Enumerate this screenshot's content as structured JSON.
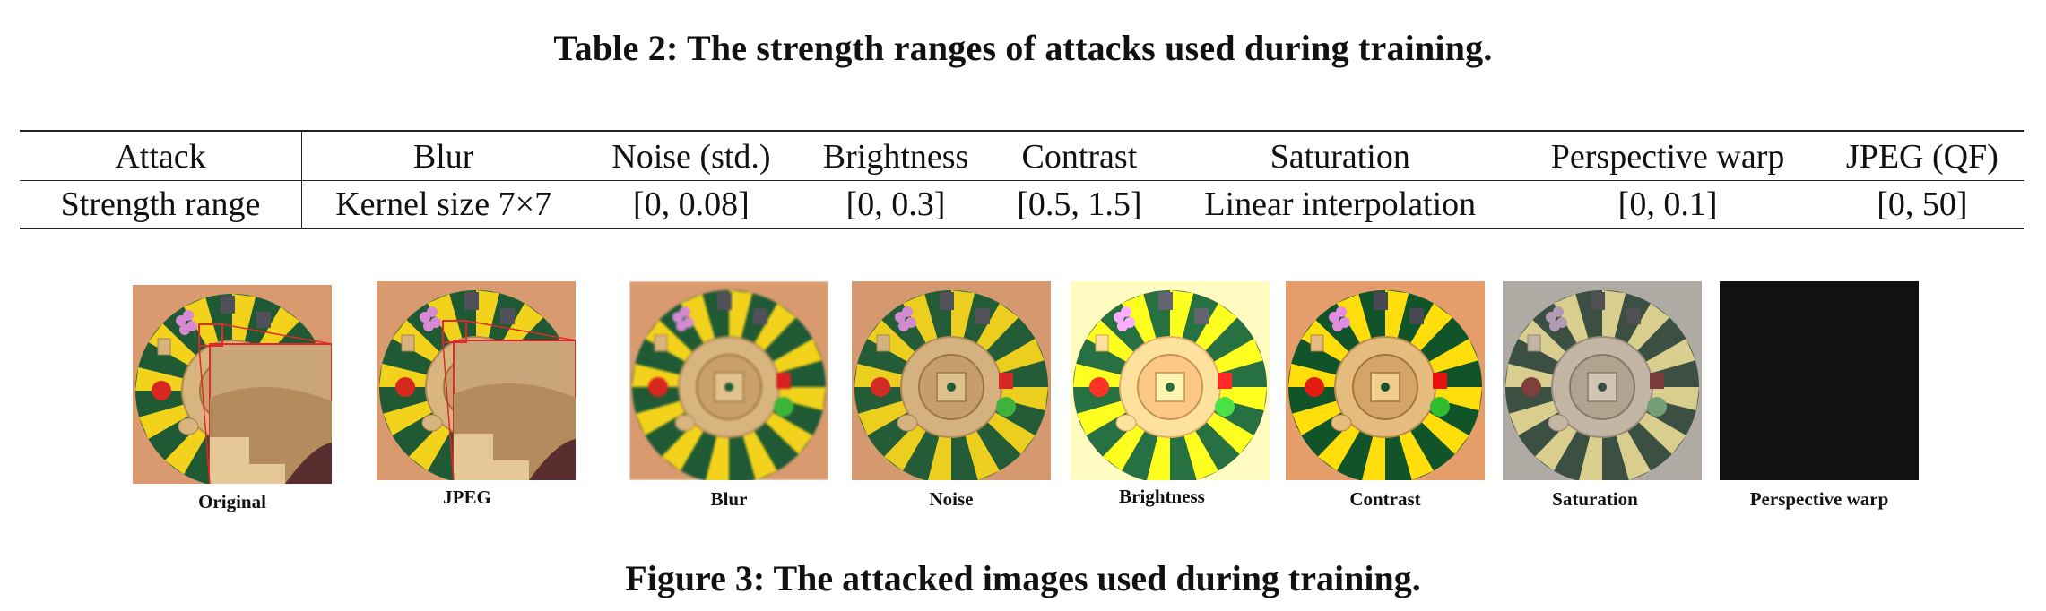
{
  "table": {
    "caption": "Table 2: The strength ranges of attacks used during training.",
    "header": [
      "Attack",
      "Blur",
      "Noise (std.)",
      "Brightness",
      "Contrast",
      "Saturation",
      "Perspective warp",
      "JPEG (QF)"
    ],
    "row": [
      "Strength range",
      "Kernel size 7×7",
      "[0, 0.08]",
      "[0, 0.3]",
      "[0.5, 1.5]",
      "Linear interpolation",
      "[0, 0.1]",
      "[0, 50]"
    ]
  },
  "figure": {
    "caption": "Figure 3: The attacked images used during training.",
    "images": [
      {
        "label": "Original",
        "variant": "original"
      },
      {
        "label": "JPEG",
        "variant": "jpeg"
      },
      {
        "label": "Blur",
        "variant": "blur"
      },
      {
        "label": "Noise",
        "variant": "noise"
      },
      {
        "label": "Brightness",
        "variant": "brightness"
      },
      {
        "label": "Contrast",
        "variant": "contrast"
      },
      {
        "label": "Saturation",
        "variant": "saturation"
      },
      {
        "label": "Perspective warp",
        "variant": "warp"
      }
    ],
    "colors": {
      "background": "#d89a6e",
      "board_green": "#1f5a34",
      "board_yellow": "#f2d21a",
      "wood": "#d8b47e",
      "zoom_box": "#e0282a"
    }
  }
}
